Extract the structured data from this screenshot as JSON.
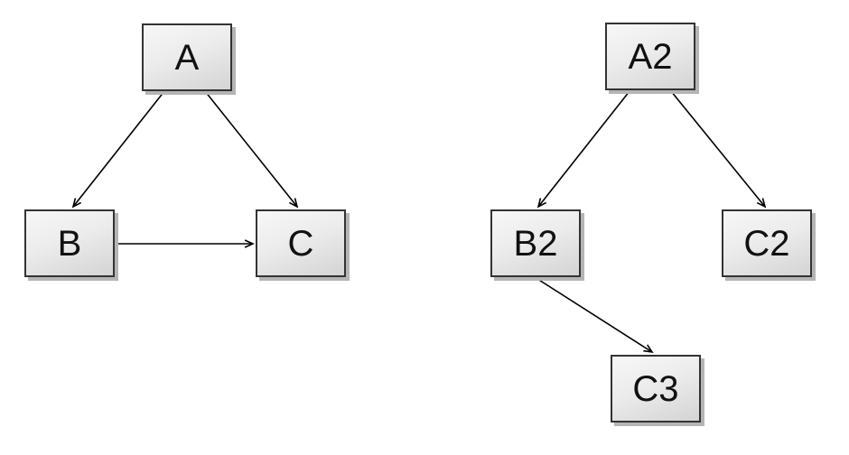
{
  "diagram": {
    "background_color": "#ffffff",
    "node_style": {
      "fill_top": "#f7f7f7",
      "fill_bottom": "#d4d4d4",
      "border_color": "#333333",
      "shadow_color": "#b5b5b5",
      "text_color": "#111111"
    },
    "edge_color": "#000000",
    "labels": {
      "A": "A",
      "B": "B",
      "C": "C",
      "A2": "A2",
      "B2": "B2",
      "C2": "C2",
      "C3": "C3"
    },
    "left_graph": {
      "nodes": [
        "A",
        "B",
        "C"
      ],
      "edges": [
        {
          "from": "A",
          "to": "B"
        },
        {
          "from": "A",
          "to": "C"
        },
        {
          "from": "B",
          "to": "C"
        }
      ]
    },
    "right_graph": {
      "nodes": [
        "A2",
        "B2",
        "C2",
        "C3"
      ],
      "edges": [
        {
          "from": "A2",
          "to": "B2"
        },
        {
          "from": "A2",
          "to": "C2"
        },
        {
          "from": "B2",
          "to": "C3"
        }
      ]
    }
  }
}
